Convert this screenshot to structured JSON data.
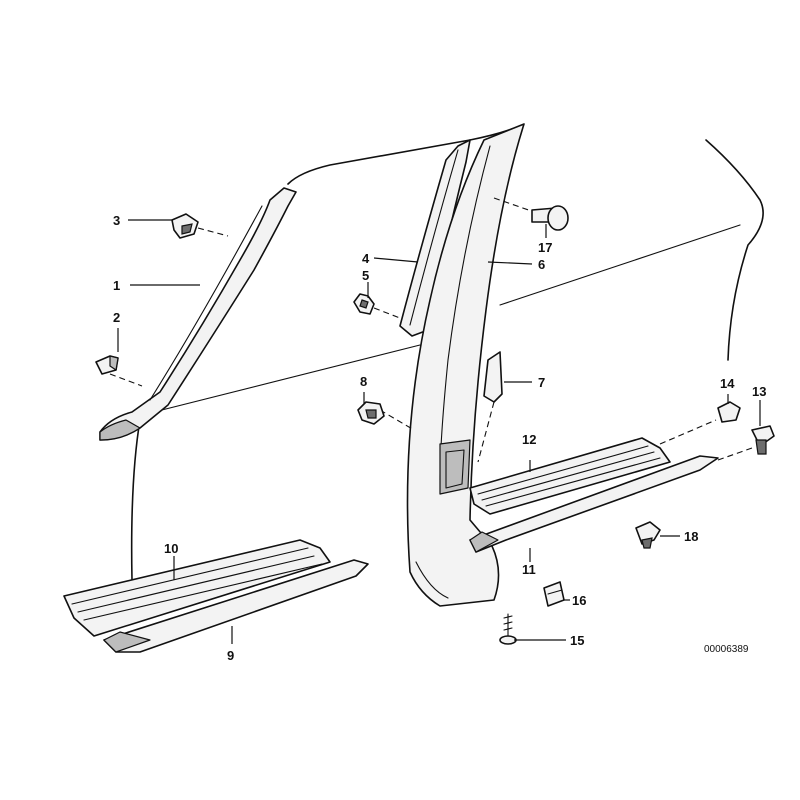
{
  "callouts": {
    "c1": "1",
    "c2": "2",
    "c3": "3",
    "c4": "4",
    "c5": "5",
    "c6": "6",
    "c7": "7",
    "c8": "8",
    "c9": "9",
    "c10": "10",
    "c11": "11",
    "c12": "12",
    "c13": "13",
    "c14": "14",
    "c15": "15",
    "c16": "16",
    "c17": "17",
    "c18": "18"
  },
  "reference_number": "00006389"
}
